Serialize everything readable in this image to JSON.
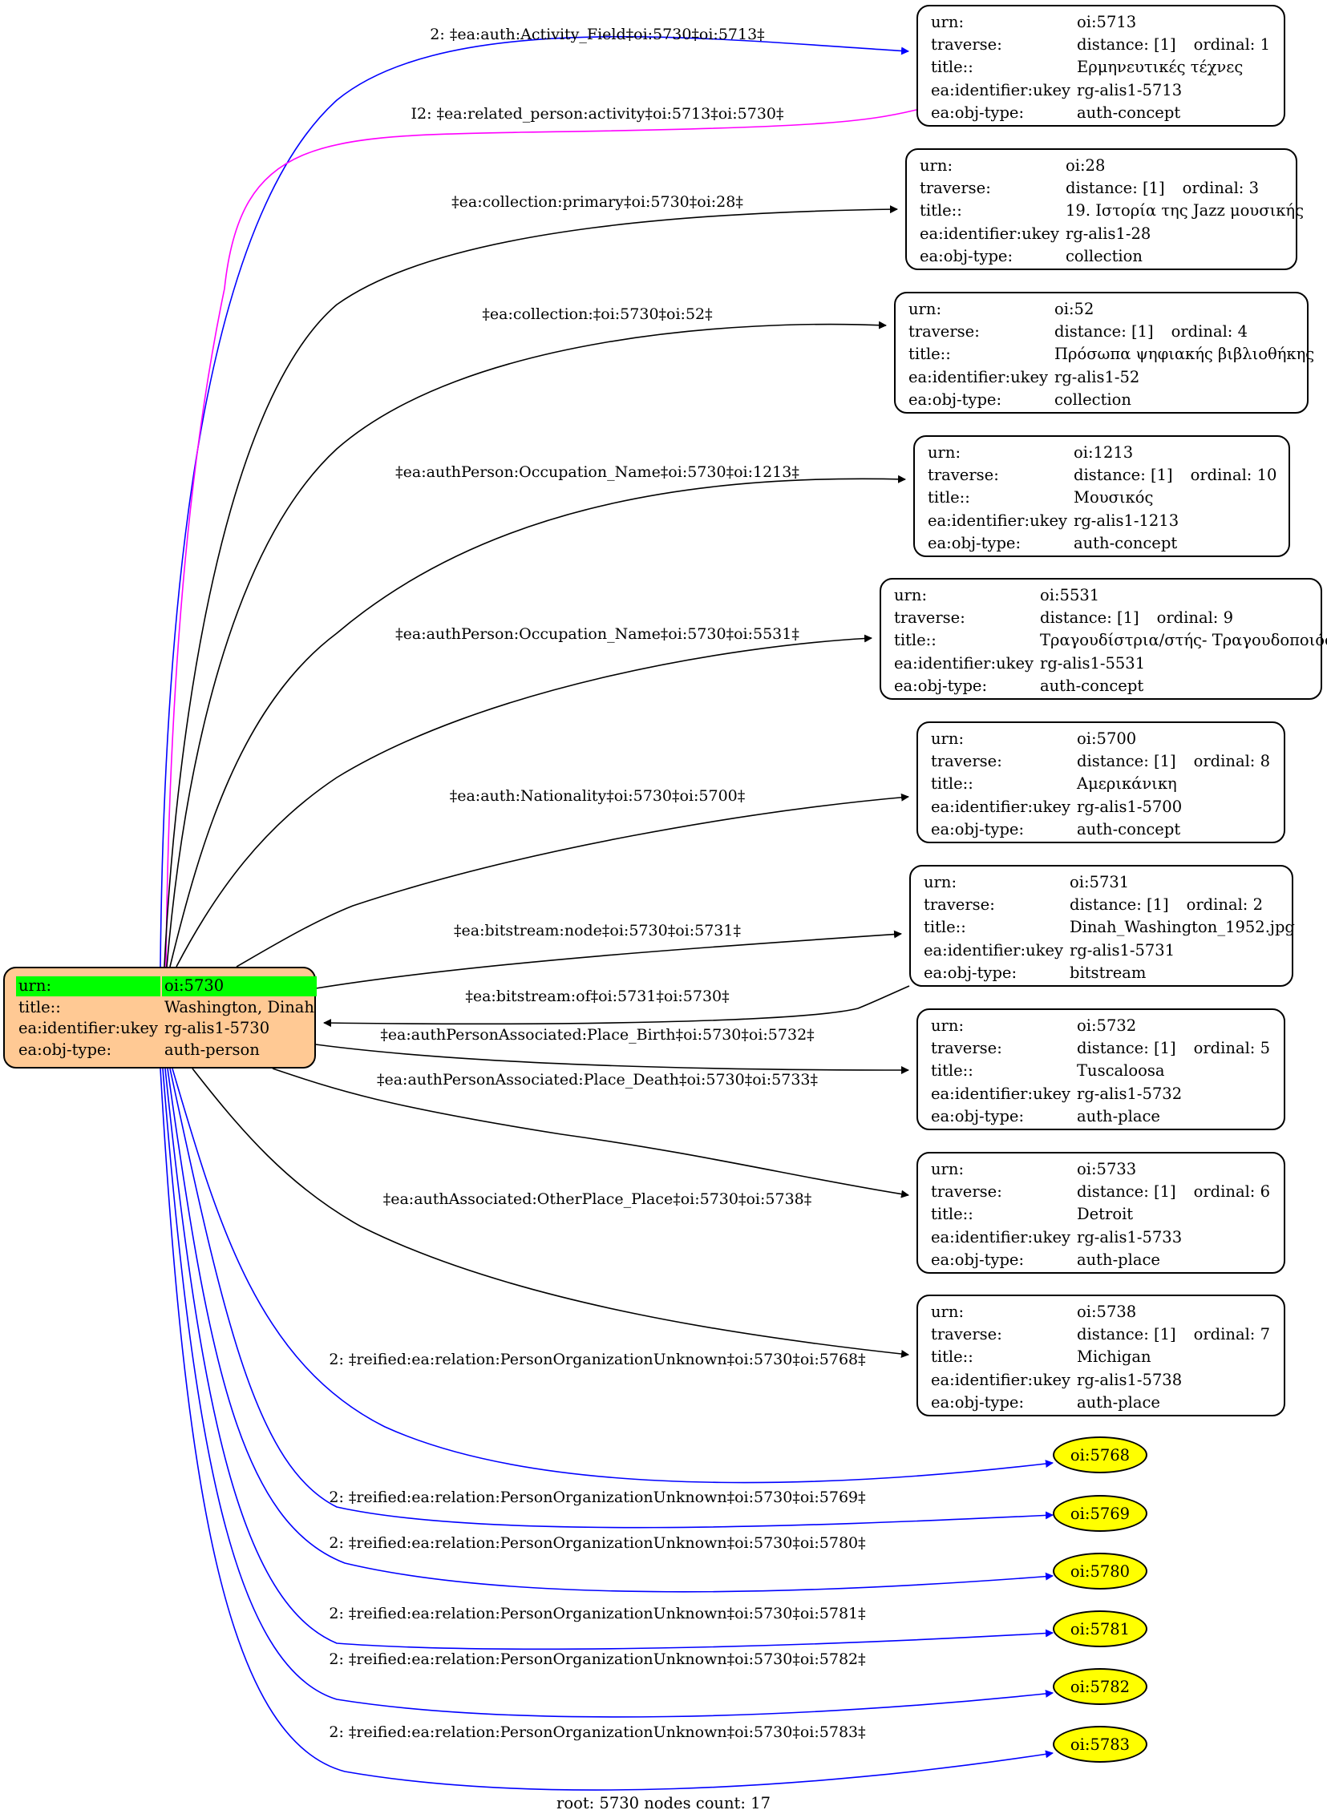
{
  "root": {
    "rows": [
      {
        "k": "urn:",
        "v": "oi:5730"
      },
      {
        "k": "title::",
        "v": "Washington, Dinah"
      },
      {
        "k": "ea:identifier:ukey",
        "v": "rg-alis1-5730"
      },
      {
        "k": "ea:obj-type:",
        "v": "auth-person"
      }
    ],
    "fill": "#ffc994",
    "highlight": "#00ff00"
  },
  "nodes": [
    {
      "urn": "oi:5713",
      "distance": "distance: [1]",
      "ordinal": "ordinal: 1",
      "title": "Ερμηνευτικές τέχνες",
      "ukey": "rg-alis1-5713",
      "type": "auth-concept"
    },
    {
      "urn": "oi:28",
      "distance": "distance: [1]",
      "ordinal": "ordinal: 3",
      "title": "19. Ιστορία της Jazz μουσικής",
      "ukey": "rg-alis1-28",
      "type": "collection"
    },
    {
      "urn": "oi:52",
      "distance": "distance: [1]",
      "ordinal": "ordinal: 4",
      "title": "Πρόσωπα ψηφιακής βιβλιοθήκης",
      "ukey": "rg-alis1-52",
      "type": "collection"
    },
    {
      "urn": "oi:1213",
      "distance": "distance: [1]",
      "ordinal": "ordinal: 10",
      "title": "Μουσικός",
      "ukey": "rg-alis1-1213",
      "type": "auth-concept"
    },
    {
      "urn": "oi:5531",
      "distance": "distance: [1]",
      "ordinal": "ordinal: 9",
      "title": "Τραγουδίστρια/στής- Τραγουδοποιός",
      "ukey": "rg-alis1-5531",
      "type": "auth-concept"
    },
    {
      "urn": "oi:5700",
      "distance": "distance: [1]",
      "ordinal": "ordinal: 8",
      "title": "Αμερικάνικη",
      "ukey": "rg-alis1-5700",
      "type": "auth-concept"
    },
    {
      "urn": "oi:5731",
      "distance": "distance: [1]",
      "ordinal": "ordinal: 2",
      "title": "Dinah_Washington_1952.jpg",
      "ukey": "rg-alis1-5731",
      "type": "bitstream"
    },
    {
      "urn": "oi:5732",
      "distance": "distance: [1]",
      "ordinal": "ordinal: 5",
      "title": "Tuscaloosa",
      "ukey": "rg-alis1-5732",
      "type": "auth-place"
    },
    {
      "urn": "oi:5733",
      "distance": "distance: [1]",
      "ordinal": "ordinal: 6",
      "title": "Detroit",
      "ukey": "rg-alis1-5733",
      "type": "auth-place"
    },
    {
      "urn": "oi:5738",
      "distance": "distance: [1]",
      "ordinal": "ordinal: 7",
      "title": "Michigan",
      "ukey": "rg-alis1-5738",
      "type": "auth-place"
    }
  ],
  "field_labels": {
    "urn": "urn:",
    "traverse": "traverse:",
    "title": "title::",
    "ukey": "ea:identifier:ukey",
    "type": "ea:obj-type:"
  },
  "ellipses": [
    "oi:5768",
    "oi:5769",
    "oi:5780",
    "oi:5781",
    "oi:5782",
    "oi:5783"
  ],
  "ellipse_fill": "#ffff00",
  "edges": [
    {
      "label": "2: ‡ea:auth:Activity_Field‡oi:5730‡oi:5713‡",
      "color": "#0000ff"
    },
    {
      "label": "I2: ‡ea:related_person:activity‡oi:5713‡oi:5730‡",
      "color": "#ff00ff"
    },
    {
      "label": "‡ea:collection:primary‡oi:5730‡oi:28‡",
      "color": "#000000"
    },
    {
      "label": "‡ea:collection:‡oi:5730‡oi:52‡",
      "color": "#000000"
    },
    {
      "label": "‡ea:authPerson:Occupation_Name‡oi:5730‡oi:1213‡",
      "color": "#000000"
    },
    {
      "label": "‡ea:authPerson:Occupation_Name‡oi:5730‡oi:5531‡",
      "color": "#000000"
    },
    {
      "label": "‡ea:auth:Nationality‡oi:5730‡oi:5700‡",
      "color": "#000000"
    },
    {
      "label": "‡ea:bitstream:node‡oi:5730‡oi:5731‡",
      "color": "#000000"
    },
    {
      "label": "‡ea:bitstream:of‡oi:5731‡oi:5730‡",
      "color": "#000000"
    },
    {
      "label": "‡ea:authPersonAssociated:Place_Birth‡oi:5730‡oi:5732‡",
      "color": "#000000"
    },
    {
      "label": "‡ea:authPersonAssociated:Place_Death‡oi:5730‡oi:5733‡",
      "color": "#000000"
    },
    {
      "label": "‡ea:authAssociated:OtherPlace_Place‡oi:5730‡oi:5738‡",
      "color": "#000000"
    },
    {
      "label": "2: ‡reified:ea:relation:PersonOrganizationUnknown‡oi:5730‡oi:5768‡",
      "color": "#0000ff"
    },
    {
      "label": "2: ‡reified:ea:relation:PersonOrganizationUnknown‡oi:5730‡oi:5769‡",
      "color": "#0000ff"
    },
    {
      "label": "2: ‡reified:ea:relation:PersonOrganizationUnknown‡oi:5730‡oi:5780‡",
      "color": "#0000ff"
    },
    {
      "label": "2: ‡reified:ea:relation:PersonOrganizationUnknown‡oi:5730‡oi:5781‡",
      "color": "#0000ff"
    },
    {
      "label": "2: ‡reified:ea:relation:PersonOrganizationUnknown‡oi:5730‡oi:5782‡",
      "color": "#0000ff"
    },
    {
      "label": "2: ‡reified:ea:relation:PersonOrganizationUnknown‡oi:5730‡oi:5783‡",
      "color": "#0000ff"
    }
  ],
  "footer": "root: 5730 nodes count: 17"
}
